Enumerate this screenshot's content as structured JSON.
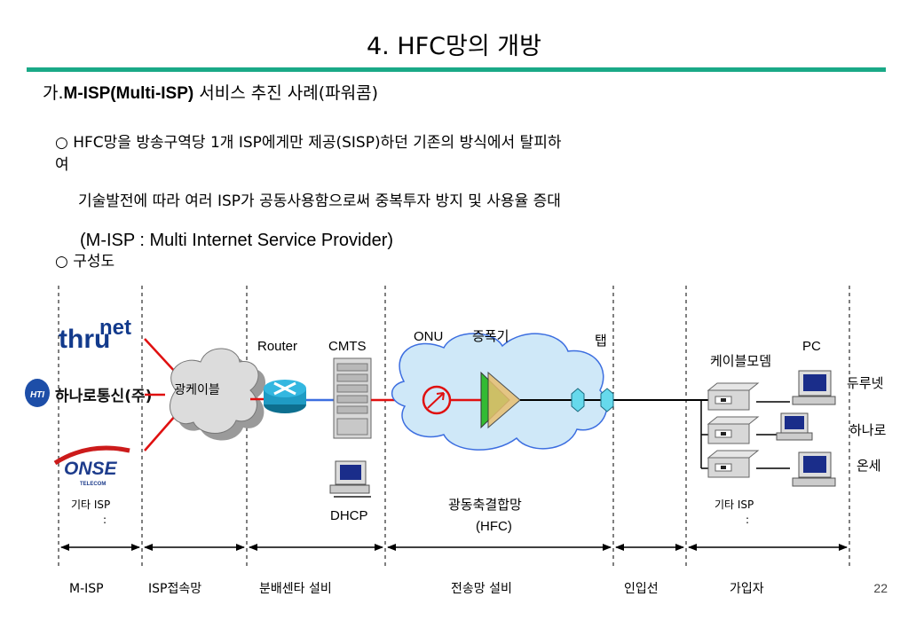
{
  "slide": {
    "title": "4. HFC망의 개방",
    "section_prefix": "가.",
    "section_bold": "M-ISP(Multi-ISP)",
    "section_rest": " 서비스 추진 사례(파워콤)",
    "bullet1_line1": "○ HFC망을 방송구역당 1개 ISP에게만 제공(SISP)하던 기존의 방식에서 탈피하",
    "bullet1_line2": "여",
    "bullet1_line3": "기술발전에 따라 여러 ISP가 공동사용함으로써 중복투자 방지 및 사용율 증대",
    "bullet1_line4": "(M-ISP : Multi Internet Service Provider)",
    "bullet2": "○ 구성도",
    "page_number": "22"
  },
  "diagram": {
    "isp_logos": {
      "thrunet_a": "thru",
      "thrunet_b": "net",
      "hanaro_badge": "HTI",
      "hanaro": "하나로통신(주)",
      "onse": "ONSE",
      "onse_sub": "TELECOM"
    },
    "other_isp_left": "기타 ISP",
    "other_isp_right": "기타 ISP",
    "dots": ":",
    "fiber_cloud": "광케이블",
    "router": "Router",
    "cmts": "CMTS",
    "dhcp": "DHCP",
    "onu": "ONU",
    "amplifier": "증폭기",
    "tap": "탭",
    "cable_modem": "케이블모뎀",
    "pc": "PC",
    "hfc_label": "광동축결합망",
    "hfc_sub": "(HFC)",
    "subscribers": [
      "두루넷",
      "하나로",
      "온세"
    ],
    "segments": [
      "M-ISP",
      "ISP접속망",
      "분배센타 설비",
      "전송망 설비",
      "인입선",
      "가입자"
    ]
  },
  "colors": {
    "accent": "#1aa987",
    "red_link": "#e01010",
    "blue_link": "#3c6ee0",
    "cloud": "#cfe8f8",
    "amp_green": "#33bb33",
    "tap": "#66d9ec"
  }
}
